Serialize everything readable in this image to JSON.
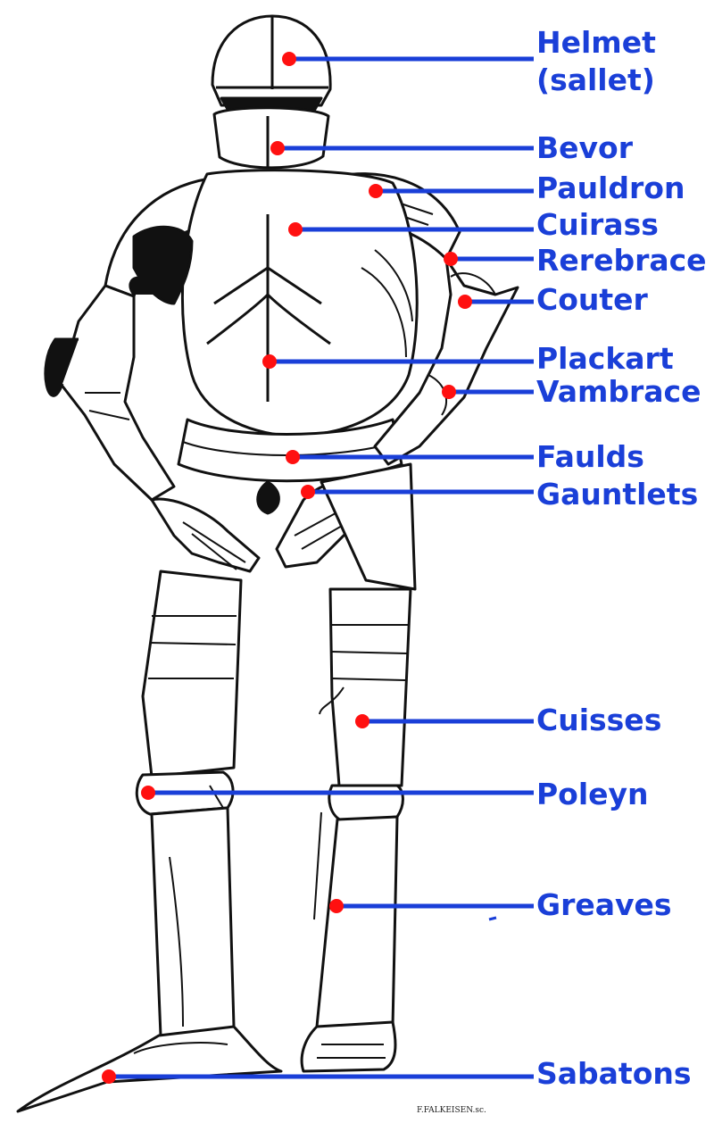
{
  "diagram": {
    "labels": [
      "Helmet",
      "(sallet)",
      "Bevor",
      "Pauldron",
      "Cuirass",
      "Rerebrace",
      "Couter",
      "Plackart",
      "Vambrace",
      "Faulds",
      "Gauntlets",
      "Cuisses",
      "Poleyn",
      "Greaves",
      "Sabatons"
    ],
    "signature": "F.FALKEISEN.sc.",
    "colors": {
      "label": "#1a3fd8",
      "leader": "#1a3fd8",
      "marker": "#ff1010"
    }
  }
}
